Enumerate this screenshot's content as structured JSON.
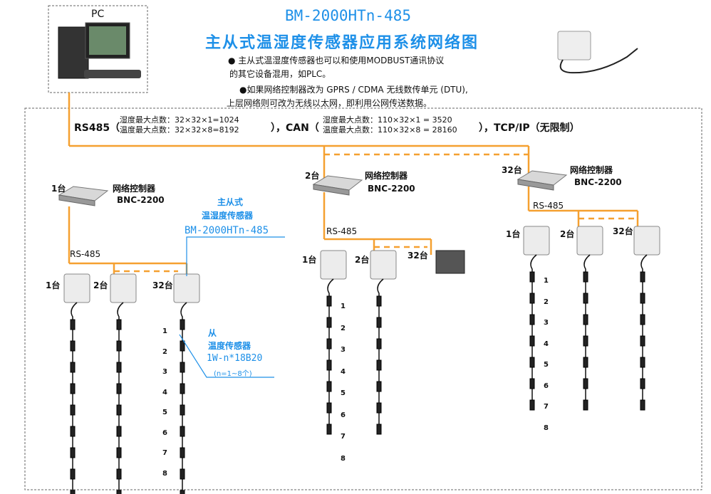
{
  "title": "BM-2000HTn-485",
  "subtitle": "主从式温湿度传感器应用系统网络图",
  "notes": [
    "● 主从式温湿度传感器也可以和使用MODBUST通讯协议",
    "的其它设备混用，如PLC。",
    "●如果网络控制器改为 GPRS / CDMA 无线数传单元 (DTU),",
    "上层网络则可改为无线以太网，即利用公网传送数据。"
  ],
  "pc_label": "PC",
  "bus": {
    "rs485": "RS485（",
    "rs485_l1": "湿度最大点数：32×32×1=1024",
    "rs485_l2": "温度最大点数：32×32×8=8192",
    "sep1": "），CAN（",
    "can_l1": "湿度最大点数：110×32×1 = 3520",
    "can_l2": "温度最大点数：110×32×8 = 28160",
    "sep2": "），TCP/IP（无限制）"
  },
  "controllers": [
    {
      "count": "1台",
      "name": "网络控制器",
      "model": "BNC-2200"
    },
    {
      "count": "2台",
      "name": "网络控制器",
      "model": "BNC-2200"
    },
    {
      "count": "32台",
      "name": "网络控制器",
      "model": "BNC-2200"
    }
  ],
  "rs485_label": "RS-485",
  "sensor_counts": [
    "1台",
    "2台",
    "32台"
  ],
  "master_callout": {
    "l1": "主从式",
    "l2": "温湿度传感器",
    "l3": "BM-2000HTn-485"
  },
  "slave_callout": {
    "l1": "从",
    "l2": "温度传感器",
    "l3": "1W-n*18B20",
    "l4": "(n=1~8个)"
  },
  "chain_numbers": [
    "1",
    "2",
    "3",
    "4",
    "5",
    "6",
    "7",
    "8"
  ],
  "colors": {
    "accent": "#1e90e8",
    "bus": "#f5a030"
  }
}
